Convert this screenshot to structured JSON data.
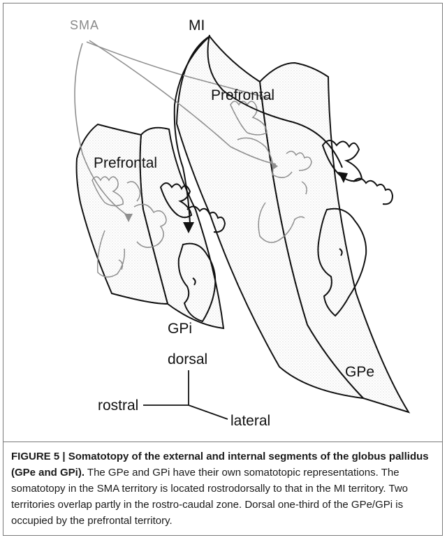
{
  "figure": {
    "labels": {
      "sma": "SMA",
      "mi": "MI",
      "prefrontal_gpe": "Prefrontal",
      "prefrontal_gpi": "Prefrontal",
      "gpi": "GPi",
      "gpe": "GPe",
      "dorsal": "dorsal",
      "rostral": "rostral",
      "lateral": "lateral"
    },
    "colors": {
      "mi_territory": "#111111",
      "sma_territory": "#8f8f8f",
      "stipple": "#b5b5b5"
    }
  },
  "caption": {
    "title": "FIGURE 5 | Somatotopy of the external and internal segments of the globus pallidus (GPe and GPi).",
    "body": " The GPe and GPi have their own somatotopic representations. The somatotopy in the SMA territory is located rostrodorsally to that in the MI territory. Two territories overlap partly in the rostro-caudal zone. Dorsal one-third of the GPe/GPi is occupied by the prefrontal territory."
  }
}
